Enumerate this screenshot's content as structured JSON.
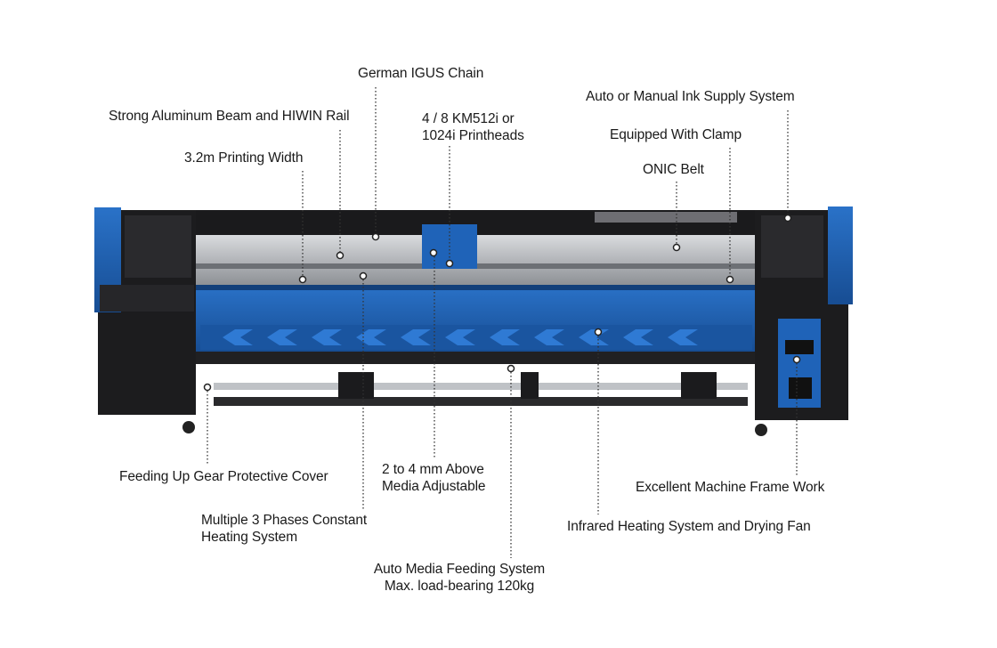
{
  "labels": {
    "igus_chain": "German IGUS Chain",
    "beam_rail": "Strong Aluminum Beam and HIWIN Rail",
    "printheads_1": "4 / 8 KM512i or",
    "printheads_2": "1024i Printheads",
    "printing_width": "3.2m Printing Width",
    "ink_supply": "Auto or Manual Ink Supply System",
    "clamp": "Equipped With Clamp",
    "onic_belt": "ONIC Belt",
    "gear_cover": "Feeding Up Gear Protective Cover",
    "heating_1": "Multiple 3 Phases Constant",
    "heating_2": "Heating System",
    "media_height_1": "2 to 4 mm Above",
    "media_height_2": "Media Adjustable",
    "media_feeding_1": "Auto Media Feeding System",
    "media_feeding_2": "Max. load-bearing 120kg",
    "infrared": "Infrared Heating System and Drying Fan",
    "frame": "Excellent Machine Frame Work"
  },
  "colors": {
    "machine_blue": "#1f5fb0",
    "machine_black": "#1c1c1e",
    "rail_gray": "#b9bcc0"
  }
}
